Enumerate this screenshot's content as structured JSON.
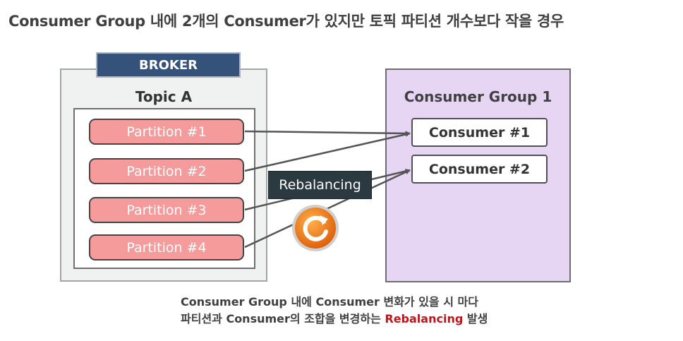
{
  "title": "Consumer Group 내에 2개의 Consumer가 있지만 토픽 파티션 개수보다 작을 경우",
  "broker": {
    "label": "BROKER",
    "topic": "Topic A",
    "partitions": [
      "Partition #1",
      "Partition #2",
      "Partition #3",
      "Partition #4"
    ]
  },
  "consumer_group": {
    "label": "Consumer Group 1",
    "consumers": [
      "Consumer #1",
      "Consumer #2"
    ]
  },
  "rebalancing_label": "Rebalancing",
  "icons": [
    "refresh-icon"
  ],
  "colors": {
    "broker_tab": "#34527a",
    "partition_fill": "#f59b9b",
    "group_fill": "#e6d6f4",
    "rebalance_label_bg": "#2b3940",
    "icon_orange": "#ee7a1f",
    "highlight": "#c0141a"
  },
  "caption": {
    "line1": "Consumer Group 내에 Consumer 변화가 있을 시 마다",
    "line2_prefix": "파티션과 Consumer의 조합을 변경하는 ",
    "line2_highlight": "Rebalancing",
    "line2_suffix": " 발생"
  }
}
